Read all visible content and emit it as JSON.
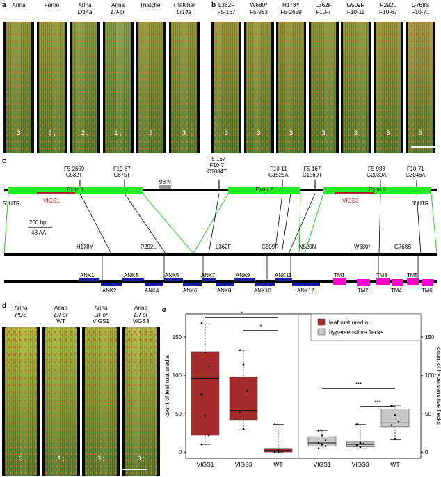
{
  "panel_labels": {
    "a": "a",
    "b": "b",
    "c": "c",
    "d": "d",
    "e": "e"
  },
  "panel_a": {
    "leaves": [
      {
        "name": "Arina",
        "name2": "",
        "score": "3",
        "color": "#8a9a3a"
      },
      {
        "name": "Forno",
        "name2": "",
        "score": "3 ;",
        "color": "#8a9d3a"
      },
      {
        "name": "Arina",
        "name2": "Lr14a",
        "score": "2 ;",
        "color": "#7d9a42"
      },
      {
        "name": "Arina",
        "name2": "LrFor",
        "score": "1 ;",
        "color": "#7aa04a"
      },
      {
        "name": "Thatcher",
        "name2": "",
        "score": "3",
        "color": "#8d9a38"
      },
      {
        "name": "Thatcher",
        "name2": "Lr14a",
        "score": "3",
        "color": "#8a9a3c"
      }
    ]
  },
  "panel_b": {
    "leaves": [
      {
        "name": "L362F",
        "name2": "F5-167",
        "score": "3",
        "color": "#95963a"
      },
      {
        "name": "W680*",
        "name2": "F5-983",
        "score": "3",
        "color": "#8e9a3a"
      },
      {
        "name": "H178Y",
        "name2": "F5-2659",
        "score": "3",
        "color": "#8d963a"
      },
      {
        "name": "L362F",
        "name2": "F10-7",
        "score": "3",
        "color": "#869838"
      },
      {
        "name": "G509R",
        "name2": "F10-11",
        "score": "3",
        "color": "#869a3a"
      },
      {
        "name": "P292L",
        "name2": "F10-67",
        "score": "3",
        "color": "#909838"
      },
      {
        "name": "G768S",
        "name2": "F10-71",
        "score": "3",
        "color": "#a09a48"
      }
    ]
  },
  "panel_c": {
    "top_mutations": [
      {
        "l1": "F5-2659",
        "l2": "C532T",
        "l3": ""
      },
      {
        "l1": "F10-67",
        "l2": "C875T",
        "l3": ""
      },
      {
        "l1": "F5-167",
        "l2": "F10-7",
        "l3": "C1084T"
      },
      {
        "l1": "F10-11",
        "l2": "G1525A",
        "l3": ""
      },
      {
        "l1": "F5-167",
        "l2": "C1560T",
        "l3": ""
      },
      {
        "l1": "F5-983",
        "l2": "G2039A",
        "l3": ""
      },
      {
        "l1": "F10-71",
        "l2": "G3046A",
        "l3": ""
      }
    ],
    "exons": [
      "Exon 1",
      "Exon 2",
      "Exon 3"
    ],
    "vigs": [
      "VIGS1",
      "VIGS3"
    ],
    "marker": "98 N",
    "utr5": "5' UTR",
    "utr3": "3' UTR",
    "scale_bp": "200 bp",
    "scale_aa": "48 AA",
    "protein_mutations": [
      "H178Y",
      "P292L",
      "L362F",
      "G509R",
      "N520N",
      "W680*",
      "G768S"
    ],
    "ank_top": [
      "ANK1",
      "ANK3",
      "ANK5",
      "ANK7",
      "ANK9",
      "ANK11"
    ],
    "ank_bottom": [
      "ANK2",
      "ANK4",
      "ANK6",
      "ANK8",
      "ANK10",
      "ANK12"
    ],
    "tm_top": [
      "TM1",
      "TM3",
      "TM5"
    ],
    "tm_bottom": [
      "TM2",
      "TM4",
      "TM6"
    ]
  },
  "panel_d": {
    "leaves": [
      {
        "name": "Arina",
        "name2": "PDS",
        "name3": "",
        "score": "3",
        "color": "#b3bf3a"
      },
      {
        "name": "Arina",
        "name2": "LrFor",
        "name3": "WT",
        "score": "1 ;",
        "color": "#a9bd3c"
      },
      {
        "name": "Arina",
        "name2": "LrFor",
        "name3": "VIGS1",
        "score": "3 ;",
        "color": "#a4b53a"
      },
      {
        "name": "Arina",
        "name2": "LrFor",
        "name3": "VIGS3",
        "score": "3 ;",
        "color": "#b0bb44"
      }
    ]
  },
  "chart_data": {
    "type": "box",
    "ylabel_left": "count of leaf rust uredia",
    "ylabel_right": "count of hypersensitive flecks",
    "yticks": [
      0,
      50,
      100,
      150
    ],
    "ylim": [
      -8,
      180
    ],
    "legend": [
      {
        "name": "leaf rust uredia",
        "color": "#a52a2a"
      },
      {
        "name": "hypersensitive flecks",
        "color": "#c8c8c8"
      }
    ],
    "groups": [
      {
        "label": "VIGS1",
        "series": "leaf rust uredia",
        "min": 10,
        "q1": 22,
        "median": 96,
        "q3": 131,
        "max": 167,
        "points": [
          168,
          130,
          112,
          75,
          47,
          22,
          10
        ]
      },
      {
        "label": "VIGS3",
        "series": "leaf rust uredia",
        "min": 29,
        "q1": 42,
        "median": 54,
        "q3": 98,
        "max": 133,
        "points": [
          133,
          114,
          80,
          52,
          30
        ]
      },
      {
        "label": "WT",
        "series": "leaf rust uredia",
        "min": 0,
        "q1": 0,
        "median": 2,
        "q3": 4,
        "max": 36,
        "points": [
          36,
          3,
          1,
          0,
          0
        ]
      },
      {
        "label": "VIGS1",
        "series": "hypersensitive flecks",
        "min": 5,
        "q1": 8,
        "median": 12,
        "q3": 20,
        "max": 28,
        "points": [
          28,
          22,
          15,
          12,
          10,
          8,
          5
        ]
      },
      {
        "label": "VIGS3",
        "series": "hypersensitive flecks",
        "min": 5,
        "q1": 7,
        "median": 10,
        "q3": 13,
        "max": 36,
        "points": [
          36,
          12,
          11,
          9,
          6
        ]
      },
      {
        "label": "WT",
        "series": "hypersensitive flecks",
        "min": 16,
        "q1": 33,
        "median": 38,
        "q3": 56,
        "max": 61,
        "points": [
          60,
          48,
          40,
          35,
          17
        ]
      }
    ],
    "significance": [
      {
        "from": 0,
        "to": 2,
        "mark": "*"
      },
      {
        "from": 1,
        "to": 2,
        "mark": "*"
      },
      {
        "from": 3,
        "to": 5,
        "mark": "***"
      },
      {
        "from": 4,
        "to": 5,
        "mark": "***"
      }
    ]
  }
}
